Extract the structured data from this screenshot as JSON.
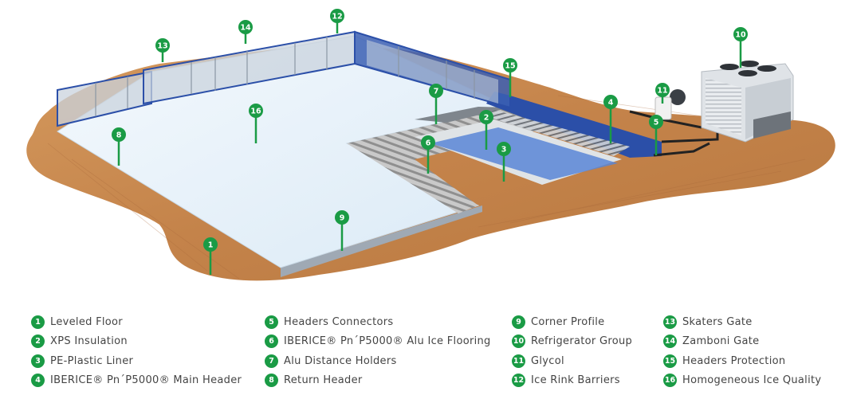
{
  "callouts": [
    {
      "n": "1"
    },
    {
      "n": "2"
    },
    {
      "n": "3"
    },
    {
      "n": "4"
    },
    {
      "n": "5"
    },
    {
      "n": "6"
    },
    {
      "n": "7"
    },
    {
      "n": "8"
    },
    {
      "n": "9"
    },
    {
      "n": "10"
    },
    {
      "n": "11"
    },
    {
      "n": "12"
    },
    {
      "n": "13"
    },
    {
      "n": "14"
    },
    {
      "n": "15"
    },
    {
      "n": "16"
    }
  ],
  "legend": {
    "col1": [
      {
        "n": "1",
        "text": "Leveled Floor"
      },
      {
        "n": "2",
        "text": "XPS Insulation"
      },
      {
        "n": "3",
        "text": "PE-Plastic Liner"
      },
      {
        "n": "4",
        "text": "IBERICE® Pn´P5000® Main Header"
      }
    ],
    "col2": [
      {
        "n": "5",
        "text": "Headers Connectors"
      },
      {
        "n": "6",
        "text": "IBERICE® Pn´P5000® Alu Ice Flooring"
      },
      {
        "n": "7",
        "text": "Alu Distance Holders"
      },
      {
        "n": "8",
        "text": "Return Header"
      }
    ],
    "col3": [
      {
        "n": "9",
        "text": "Corner Profile"
      },
      {
        "n": "10",
        "text": "Refrigerator Group"
      },
      {
        "n": "11",
        "text": "Glycol"
      },
      {
        "n": "12",
        "text": "Ice Rink Barriers"
      }
    ],
    "col4": [
      {
        "n": "13",
        "text": "Skaters Gate"
      },
      {
        "n": "14",
        "text": "Zamboni Gate"
      },
      {
        "n": "15",
        "text": "Headers Protection"
      },
      {
        "n": "16",
        "text": "Homogeneous Ice Quality"
      }
    ]
  },
  "colors": {
    "accent_green": "#1a9b45",
    "wood": "#c98a4f",
    "ice": "#eaf4fb",
    "header_blue": "#2b4fa8",
    "xps_blue": "#5b86d6"
  }
}
